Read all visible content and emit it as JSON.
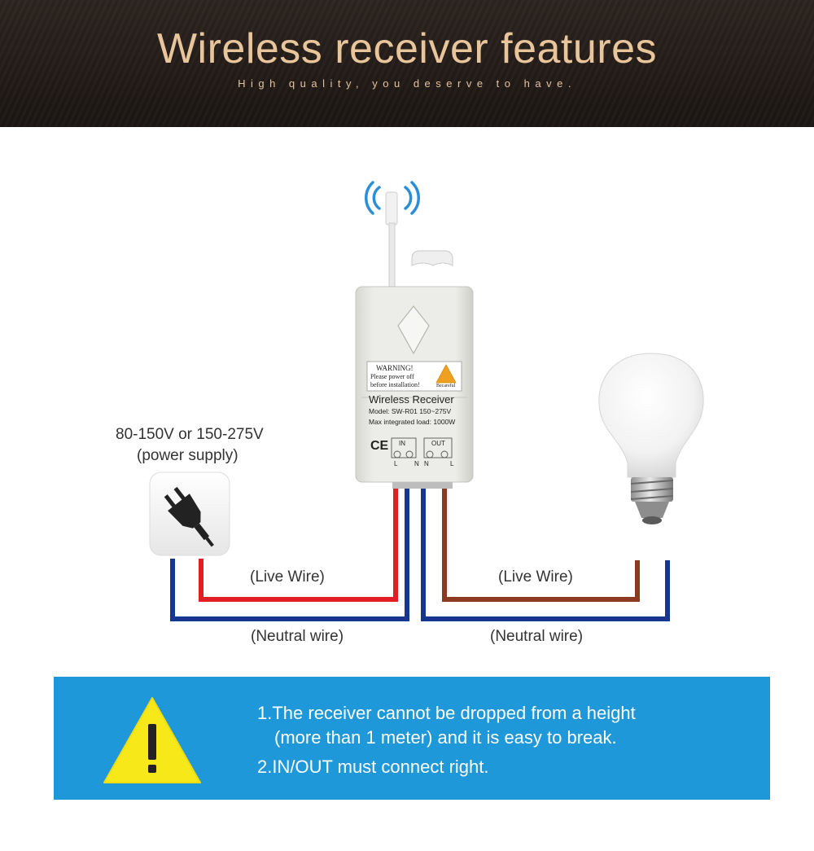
{
  "header": {
    "title": "Wireless receiver features",
    "subtitle": "High quality, you deserve to have."
  },
  "supply": {
    "voltage": "80-150V or 150-275V",
    "caption": "(power supply)"
  },
  "wires": {
    "left_live": "(Live Wire)",
    "left_neutral": "(Neutral wire)",
    "right_live": "(Live Wire)",
    "right_neutral": "(Neutral wire)"
  },
  "receiver": {
    "warning_title": "WARNING!",
    "warning_line1": "Please power off",
    "warning_line2": "before installation!",
    "warning_tag": "Becareful",
    "name": "Wireless Receiver",
    "model": "Model: SW-R01  150~275V",
    "load": "Max integrated load: 1000W",
    "ce": "CE",
    "in_label": "IN",
    "out_label": "OUT",
    "t1": "L",
    "t2": "N",
    "t3": "N",
    "t4": "L"
  },
  "notice": {
    "line1": "1.The receiver cannot be dropped from a height",
    "line2": "(more than 1 meter) and it is easy to break.",
    "line3": "2.IN/OUT must connect right."
  },
  "colors": {
    "live_left": "#e01e24",
    "live_right": "#8b3a20",
    "neutral": "#16378f",
    "notice_bg": "#1e98d8",
    "warning_triangle": "#f7e81a",
    "title": "#e9c59c"
  }
}
